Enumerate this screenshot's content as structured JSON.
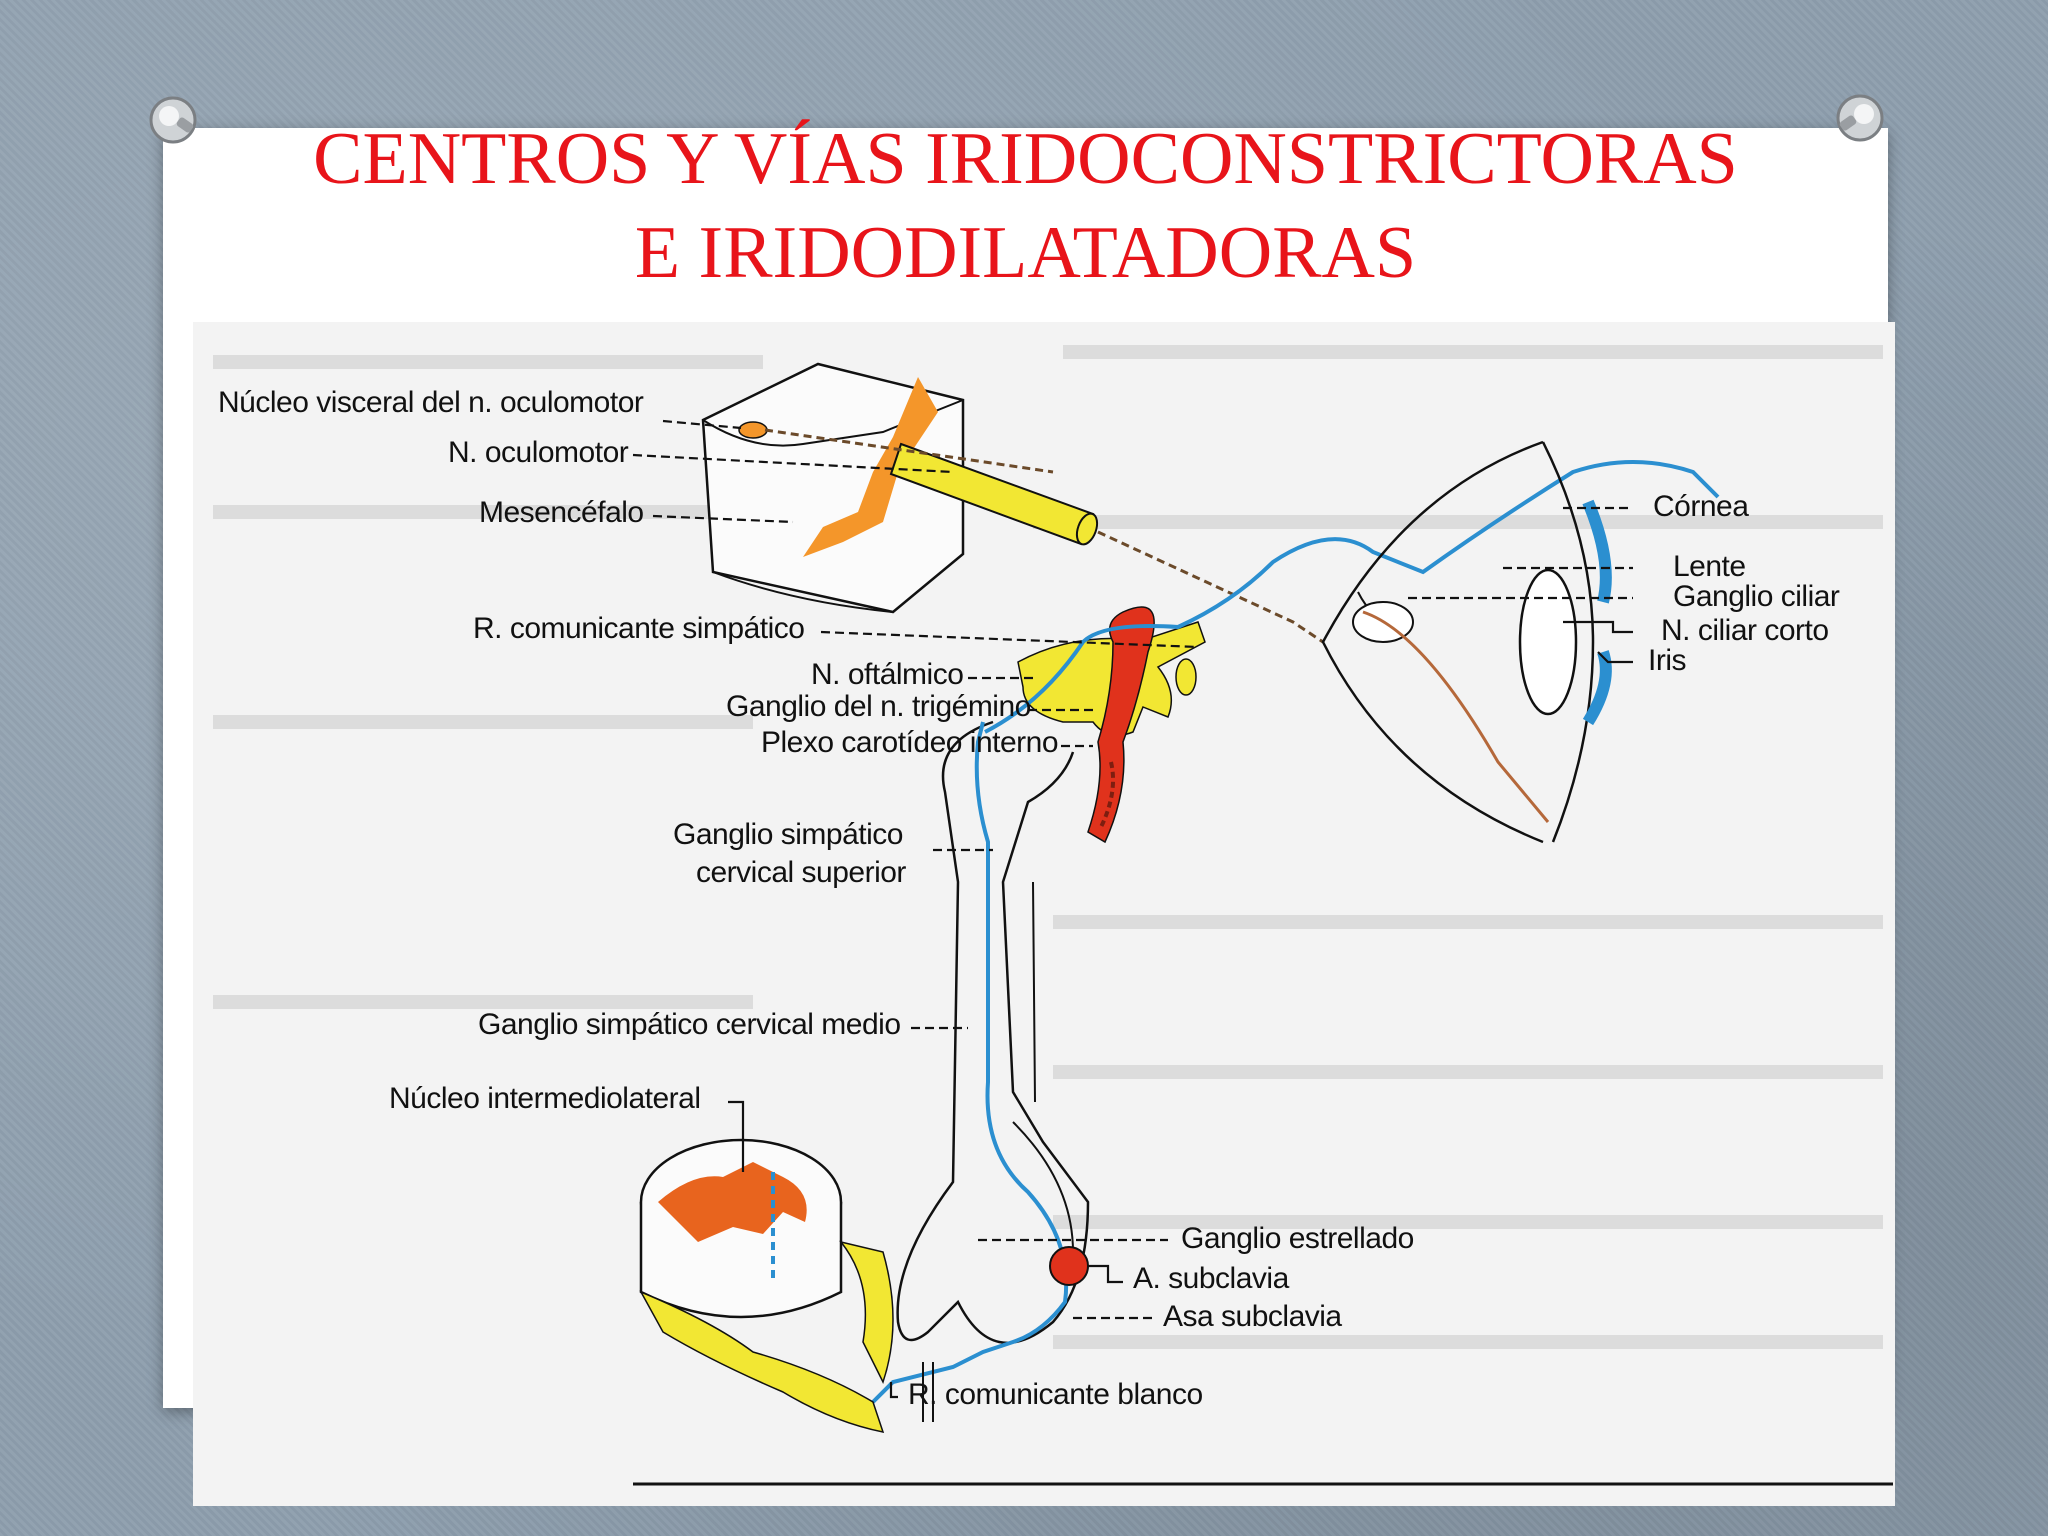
{
  "slide": {
    "title_line1": "CENTROS Y VÍAS IRIDOCONSTRICTORAS",
    "title_line2": "E IRIDODILATADORAS",
    "title_color": "#e8141a"
  },
  "figure": {
    "labels": {
      "nucleo_visceral": "Núcleo visceral del n. oculomotor",
      "n_oculomotor": "N. oculomotor",
      "mesencefalo": "Mesencéfalo",
      "r_comunicante_simpatico": "R. comunicante simpático",
      "n_oftalmico": "N. oftálmico",
      "ganglio_trigemino": "Ganglio del n. trigémino",
      "plexo_carotideo": "Plexo carotídeo interno",
      "ganglio_simpatico_sup_1": "Ganglio simpático",
      "ganglio_simpatico_sup_2": "cervical superior",
      "ganglio_simpatico_medio": "Ganglio simpático cervical medio",
      "nucleo_intermediolateral": "Núcleo intermediolateral",
      "cornea": "Córnea",
      "lente": "Lente",
      "ganglio_ciliar": "Ganglio ciliar",
      "n_ciliar_corto": "N. ciliar corto",
      "iris": "Iris",
      "ganglio_estrellado": "Ganglio estrellado",
      "a_subclavia": "A. subclavia",
      "asa_subclavia": "Asa subclavia",
      "r_comunicante_blanco": "R. comunicante blanco"
    },
    "colors": {
      "nerve_yellow": "#f2e733",
      "nucleus_orange": "#f4962a",
      "artery_red": "#e0321c",
      "spinal_gray_orange": "#e8641e",
      "sympathetic_blue": "#2b8fd0",
      "parasympathetic_brown": "#8a5a2b"
    }
  }
}
